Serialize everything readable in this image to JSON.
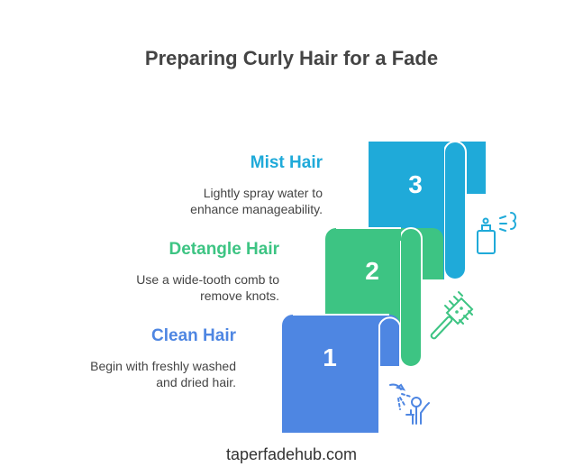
{
  "title": "Preparing Curly Hair for a Fade",
  "steps": [
    {
      "number": "1",
      "title": "Clean Hair",
      "description_lines": [
        "Begin with freshly washed",
        "and dried hair."
      ],
      "color": "#4E86E2",
      "icon": "shower-icon"
    },
    {
      "number": "2",
      "title": "Detangle Hair",
      "description_lines": [
        "Use a wide-tooth comb to",
        "remove knots."
      ],
      "color": "#3DC483",
      "icon": "hair-brush-icon"
    },
    {
      "number": "3",
      "title": "Mist Hair",
      "description_lines": [
        "Lightly spray water to",
        "enhance manageability."
      ],
      "color": "#1FAAD9",
      "icon": "spray-bottle-icon"
    }
  ],
  "footer": "taperfadehub.com"
}
